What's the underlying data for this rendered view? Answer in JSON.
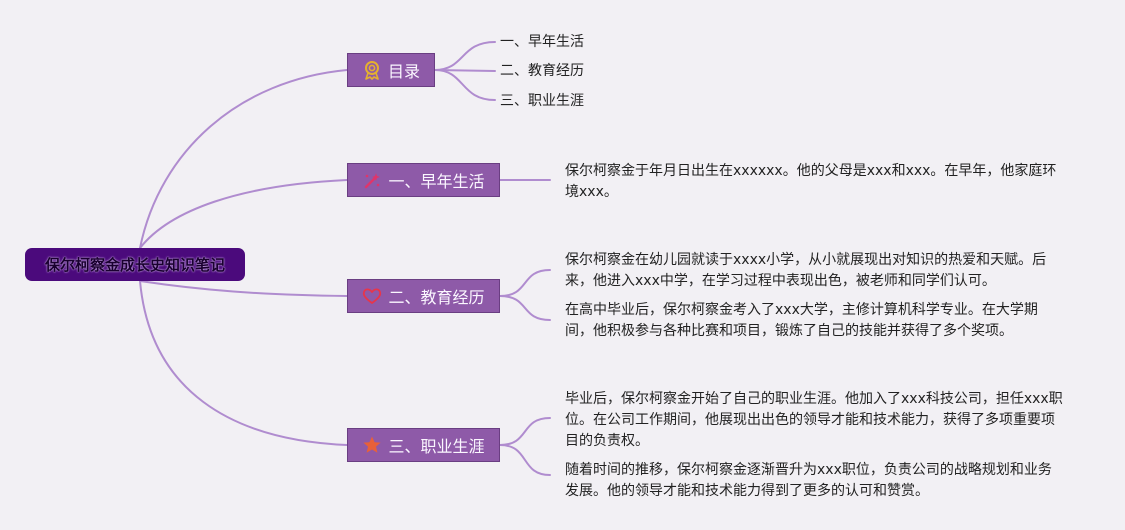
{
  "root": {
    "label": "保尔柯察金成长史知识笔记"
  },
  "branches": [
    {
      "id": "toc",
      "label": "目录",
      "icon": "award-ribbon-icon",
      "icon_color": "#e4b030",
      "items": [
        "一、早年生活",
        "二、教育经历",
        "三、职业生涯"
      ]
    },
    {
      "id": "early",
      "label": "一、早年生活",
      "icon": "pencil-sparkle-icon",
      "icon_color": "#e0356a",
      "notes": [
        "保尔柯察金于年月日出生在xxxxxx。他的父母是xxx和xxx。在早年，他家庭环境xxx。"
      ]
    },
    {
      "id": "education",
      "label": "二、教育经历",
      "icon": "heart-outline-icon",
      "icon_color": "#e8354a",
      "notes": [
        "保尔柯察金在幼儿园就读于xxxx小学，从小就展现出对知识的热爱和天赋。后来，他进入xxx中学，在学习过程中表现出色，被老师和同学们认可。",
        "在高中毕业后，保尔柯察金考入了xxx大学，主修计算机科学专业。在大学期间，他积极参与各种比赛和项目，锻炼了自己的技能并获得了多个奖项。"
      ]
    },
    {
      "id": "career",
      "label": "三、职业生涯",
      "icon": "star-icon",
      "icon_color": "#e8603a",
      "notes": [
        "毕业后，保尔柯察金开始了自己的职业生涯。他加入了xxx科技公司，担任xxx职位。在公司工作期间，他展现出出色的领导才能和技术能力，获得了多项重要项目的负责权。",
        "随着时间的推移，保尔柯察金逐渐晋升为xxx职位，负责公司的战略规划和业务发展。他的领导才能和技术能力得到了更多的认可和赞赏。"
      ]
    }
  ],
  "colors": {
    "connector": "#b08ccf",
    "root_bg": "#4b0a7c",
    "branch_bg": "#8e5aa8",
    "background": "#f2f0f4"
  }
}
